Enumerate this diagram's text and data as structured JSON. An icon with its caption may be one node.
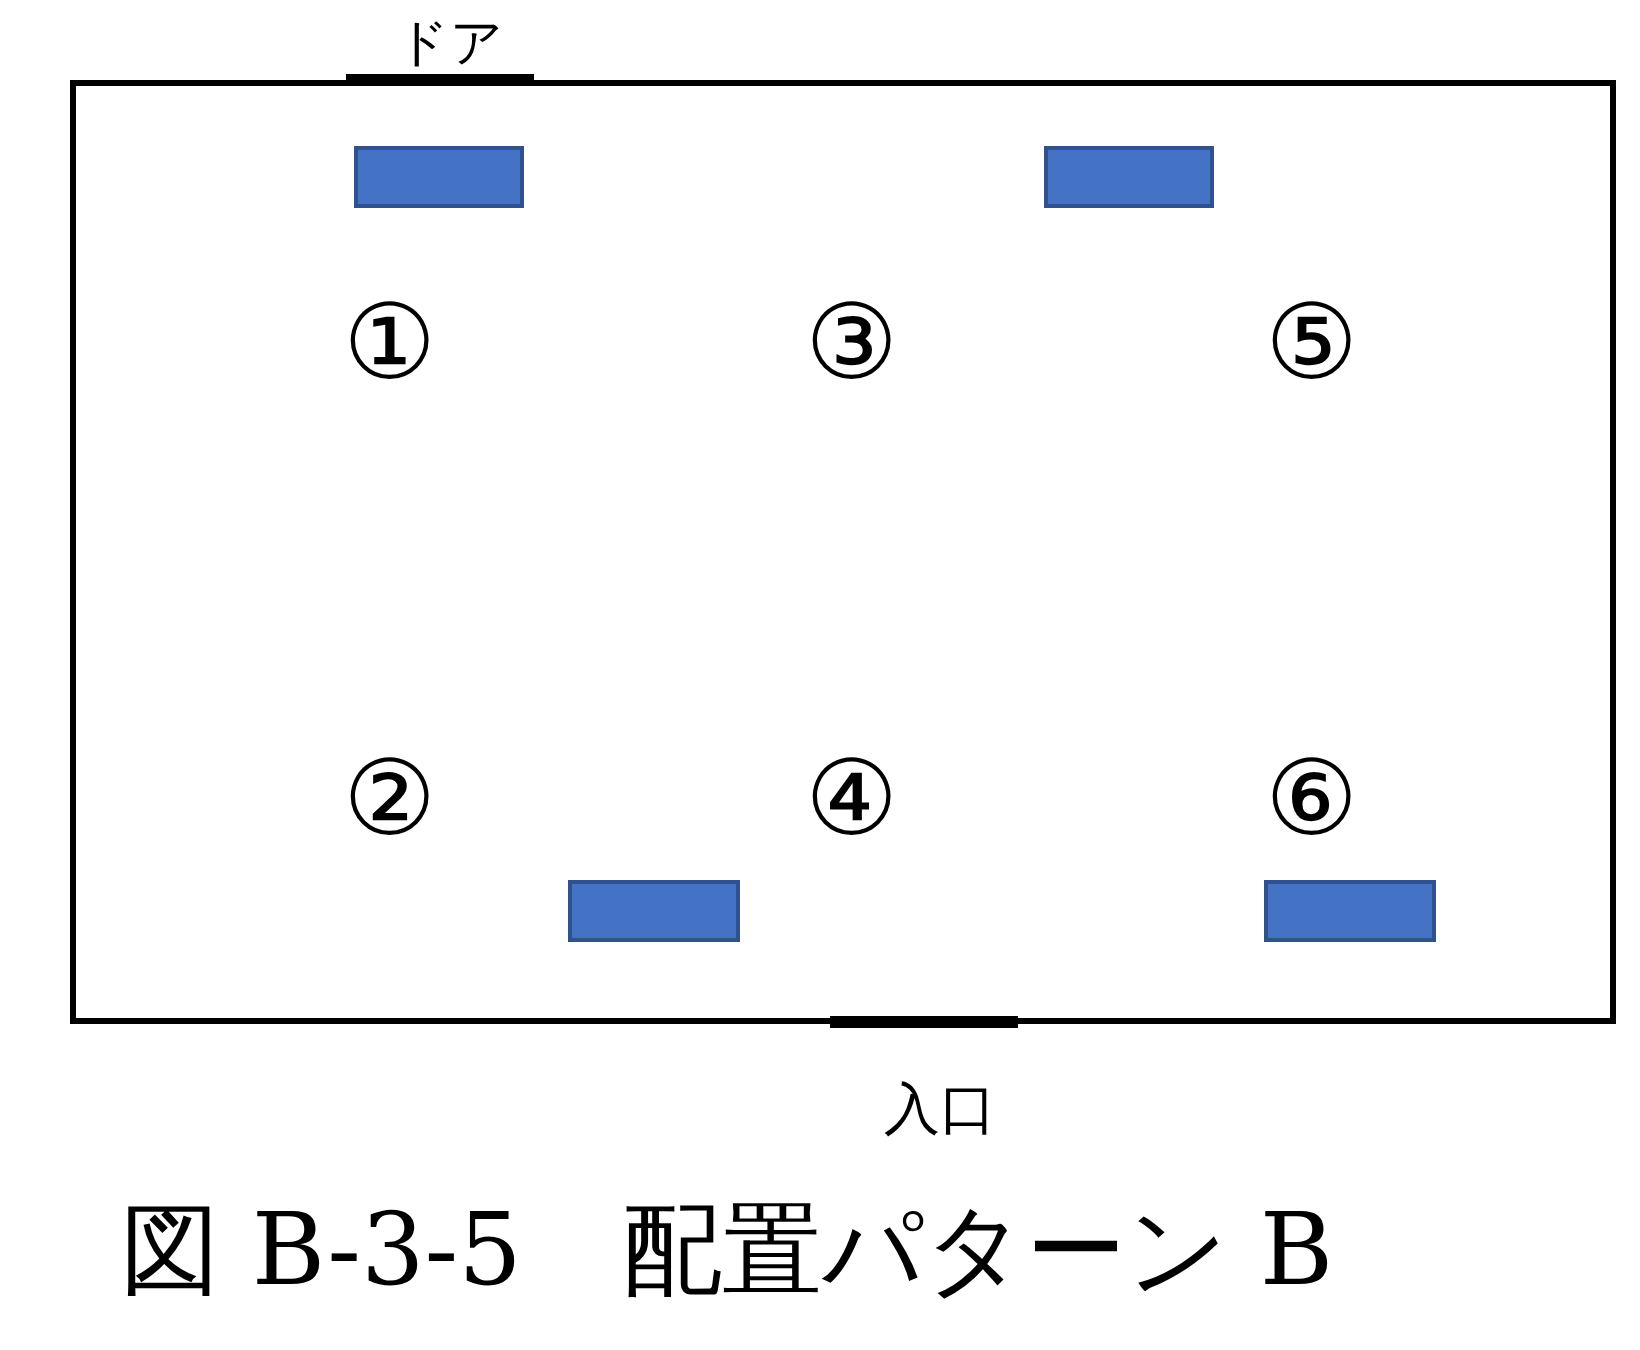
{
  "diagram": {
    "caption": "図 B-3-5　配置パターン B",
    "nodes": [
      {
        "text": [],
        "shape": "box"
      },
      {
        "text": [],
        "shape": "box",
        "in": 0
      },
      {
        "text": [],
        "shape": "box",
        "in": 0
      },
      {
        "text": [],
        "shape": "box",
        "in": 0
      },
      {
        "text": [],
        "shape": "box",
        "in": 0
      }
    ],
    "labels": [
      "ドア",
      "①",
      "③",
      "⑤",
      "②",
      "④",
      "⑥",
      "入口"
    ]
  }
}
